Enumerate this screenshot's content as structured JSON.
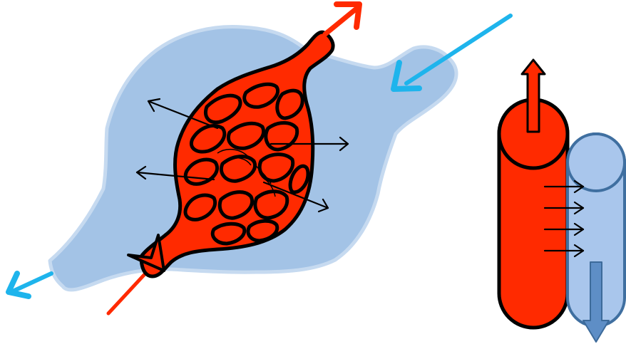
{
  "colors": {
    "background": "#ffffff",
    "tissue_fill": "#a3c3e6",
    "tissue_edge": "#c3d8ef",
    "vessel_red": "#ff2a00",
    "outline": "#000000",
    "cyan_arrow": "#1eb4ec",
    "steel_arrow": "#5e8ec6",
    "steel_edge": "#3c6a9a",
    "blue_tube": "#a9c6ec",
    "blue_tube_edge": "#3f6fa0"
  },
  "elements": {
    "tissue_region": "tissue-region",
    "capillary_network": "capillary-network",
    "diffusion_arrows": "black-diffusion-arrows",
    "inflow_arrow": "red-inflow-arrow",
    "outflow_arrow": "red-outflow-arrow",
    "fluid_in_arrow": "cyan-inflow-arrow",
    "fluid_out_arrow": "cyan-outflow-arrow",
    "red_tube": "red-tube",
    "blue_tube": "blue-tube",
    "up_arrow": "up-arrow",
    "down_arrow": "down-arrow",
    "transfer_arrows": "transfer-arrows"
  }
}
